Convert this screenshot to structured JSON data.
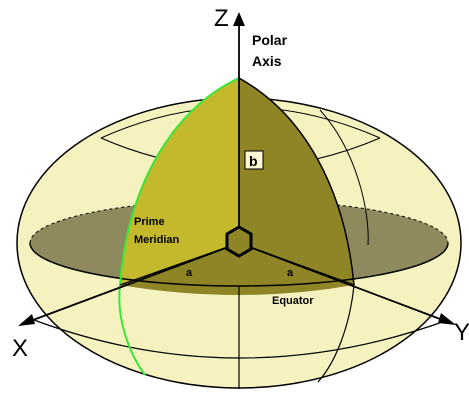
{
  "labels": {
    "z_axis": "Z",
    "polar_axis_line1": "Polar",
    "polar_axis_line2": "Axis",
    "b_semi_axis": "b",
    "prime_meridian_line1": "Prime",
    "prime_meridian_line2": "Meridian",
    "a_left": "a",
    "a_right": "a",
    "equator": "Equator",
    "x_axis": "X",
    "y_axis": "Y"
  },
  "colors": {
    "ellipsoid_fill": "#f6f2c0",
    "equatorial_plane": "#8e8a5e",
    "wedge_left": "#c4b92c",
    "wedge_right": "#8d8526",
    "prime_meridian": "#39e639",
    "outline": "#000000",
    "b_label_bg": "#fff8d6"
  }
}
